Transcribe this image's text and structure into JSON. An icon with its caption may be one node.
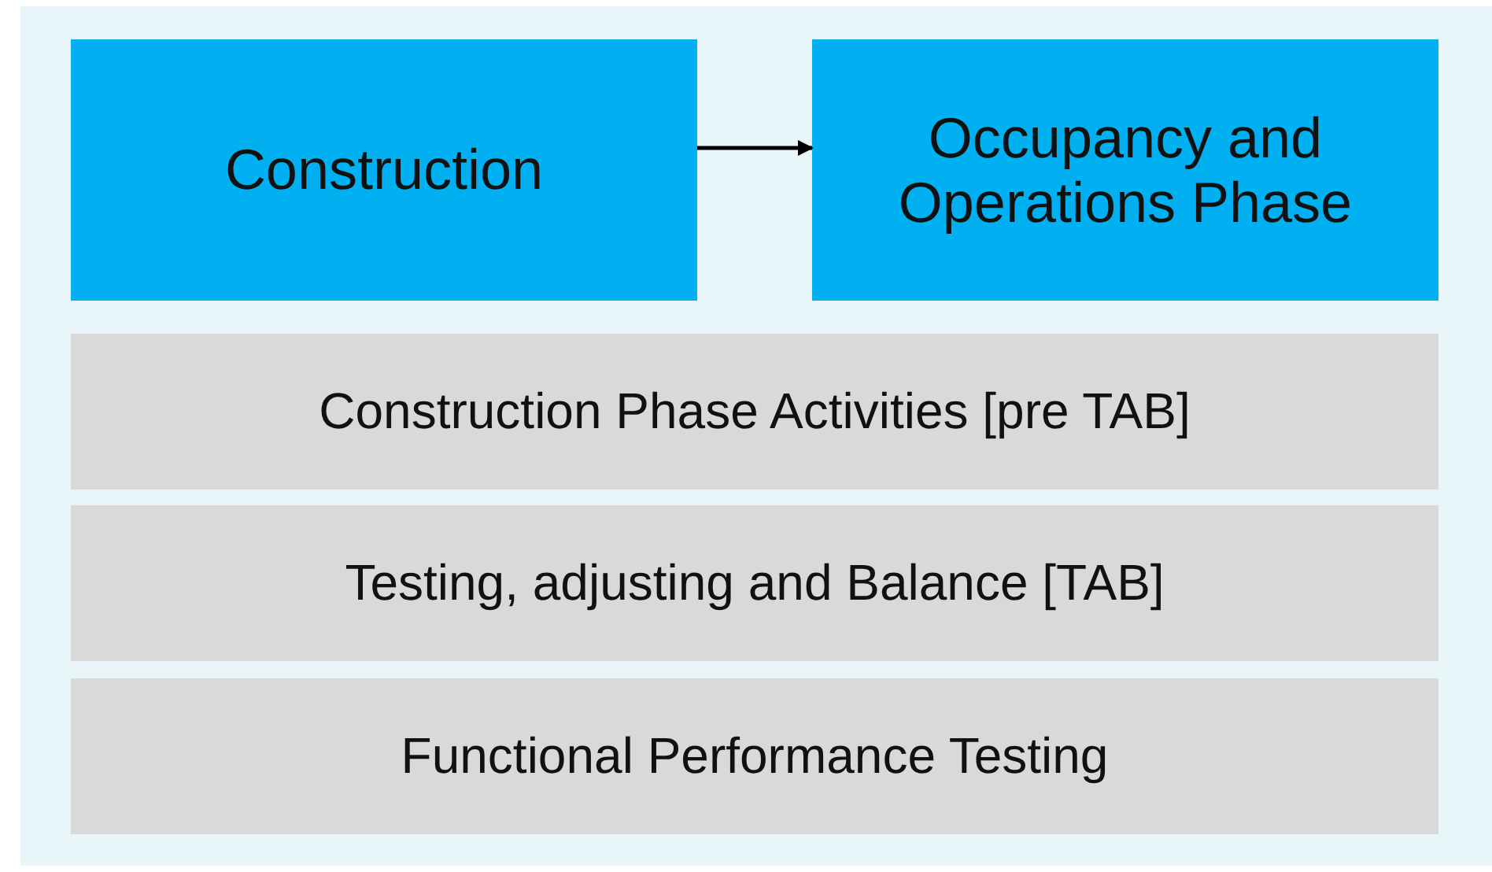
{
  "diagram": {
    "nodes": [
      {
        "text": [],
        "shape": "box"
      },
      {
        "text": [
          "Construction"
        ],
        "in": 0
      },
      {
        "text": [
          "Occupancy and Operations Phase"
        ],
        "in": 0
      },
      {
        "text": [
          "Construction Phase Activities [pre TAB]"
        ],
        "in": 0
      },
      {
        "text": [
          "Testing, adjusting and Balance [TAB]"
        ],
        "in": 0
      },
      {
        "text": [
          "Functional Performance Testing"
        ],
        "in": 0
      }
    ],
    "edges": [
      {
        "from": 1,
        "to": 2,
        "arrow": "to"
      }
    ]
  }
}
